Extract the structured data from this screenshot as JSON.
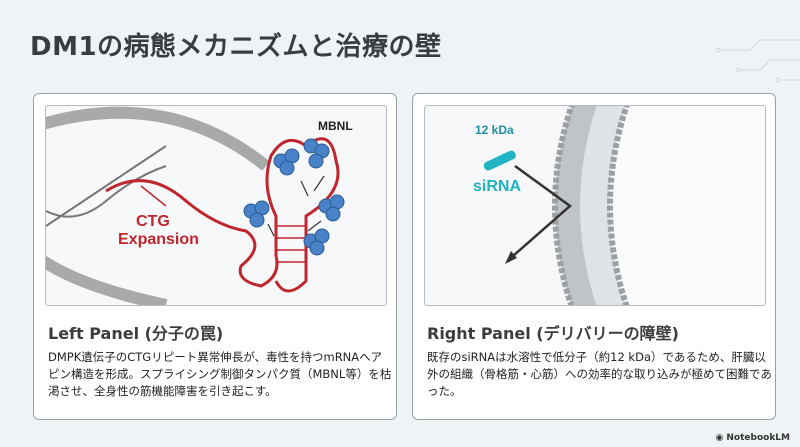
{
  "title": "DM1の病態メカニズムと治療の壁",
  "left_panel": {
    "illustration": {
      "label_mbnl": "MBNL",
      "label_ctg": "CTG",
      "label_expansion": "Expansion"
    },
    "heading": "Left Panel (分子の罠)",
    "body": "DMPK遺伝子のCTGリピート異常伸長が、毒性を持つmRNAヘアピン構造を形成。スプライシング制御タンパク質（MBNL等）を枯渇させ、全身性の筋機能障害を引き起こす。"
  },
  "right_panel": {
    "illustration": {
      "label_kda": "12 kDa",
      "label_sirna": "siRNA"
    },
    "heading": "Right Panel (デリバリーの障壁)",
    "body": "既存のsiRNAは水溶性で低分子（約12 kDa）であるため、肝臓以外の組織（骨格筋・心筋）への効率的な取り込みが極めて困難であった。"
  },
  "watermark": "NotebookLM",
  "colors": {
    "red": "#c0262d",
    "blue": "#3a78c0",
    "teal": "#1fb3c4",
    "dark": "#3a3d40"
  }
}
